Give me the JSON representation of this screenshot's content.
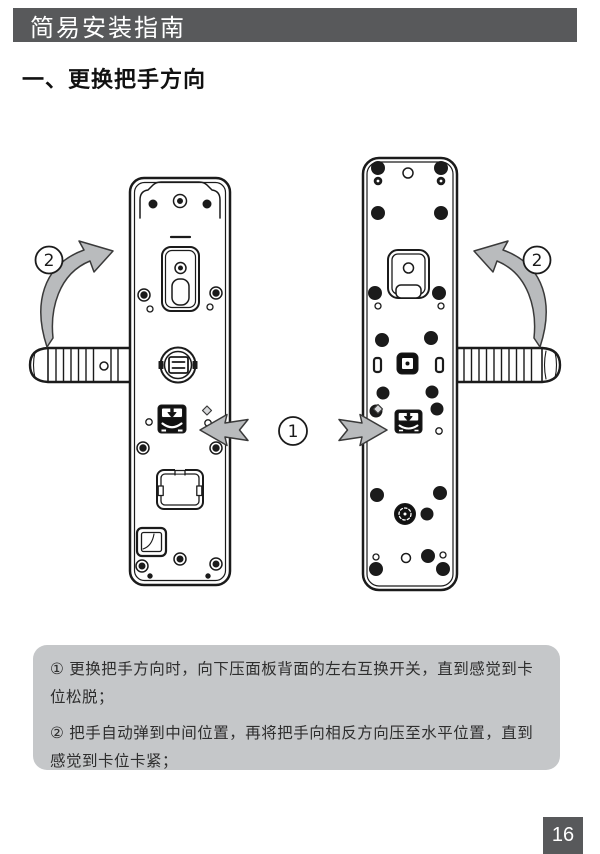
{
  "header": {
    "title": "简易安装指南"
  },
  "section": {
    "title": "一、更换把手方向"
  },
  "diagram": {
    "step1_label": "1",
    "step2_left_label": "2",
    "step2_right_label": "2"
  },
  "notes": {
    "step1": "① 更换把手方向时，向下压面板背面的左右互换开关，直到感觉到卡位松脱；",
    "step2": "② 把手自动弹到中间位置，再将把手向相反方向压至水平位置，直到感觉到卡位卡紧；"
  },
  "footer": {
    "page_number": "16"
  },
  "colors": {
    "header_bg": "#58595b",
    "note_box_bg": "#c5c7c9",
    "arrow_fill": "#b9bbbd",
    "line_color": "#1b1b1b",
    "page_badge_bg": "#58595b"
  }
}
